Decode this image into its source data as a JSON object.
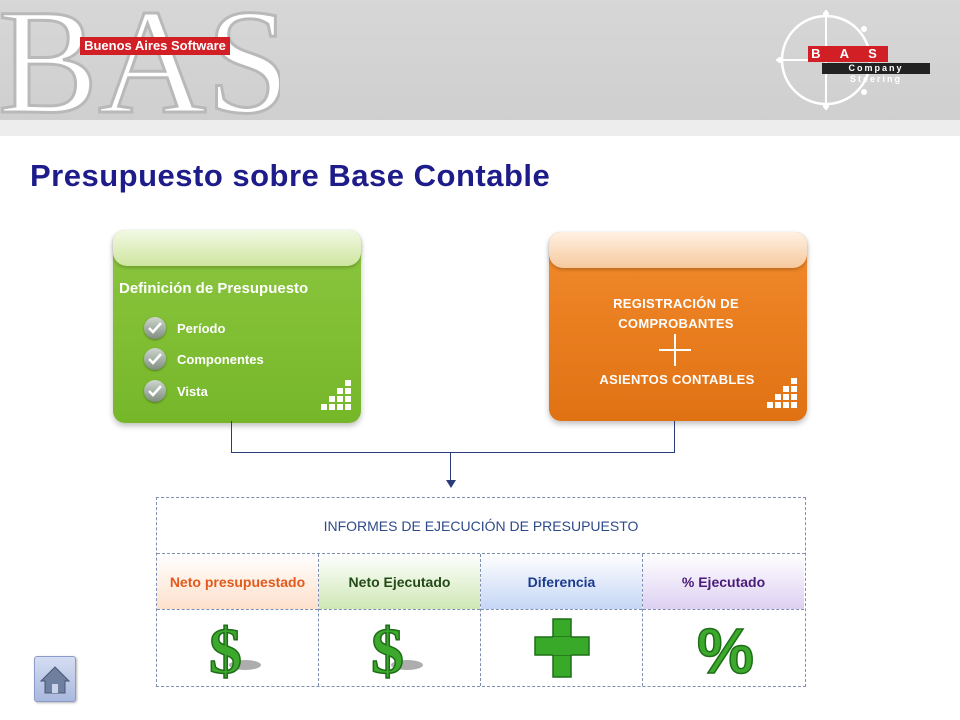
{
  "header": {
    "brand_badge": "Buenos Aires Software",
    "big_letters": "BAS",
    "logo_letters": "B A S",
    "logo_tagline": "Company Steering"
  },
  "page_title": "Presupuesto sobre Base Contable",
  "budget_card": {
    "title": "Definición de Presupuesto",
    "items": [
      "Período",
      "Componentes",
      "Vista"
    ],
    "color": "#7ab92d"
  },
  "records_card": {
    "line1": "REGISTRACIÓN DE COMPROBANTES",
    "plus": "+",
    "line2": "ASIENTOS CONTABLES",
    "color": "#e8791d"
  },
  "report": {
    "title": "INFORMES DE EJECUCIÓN DE PRESUPUESTO",
    "columns": [
      {
        "label": "Neto presupuestado",
        "color": "#e35a1b",
        "icon": "dollar-icon"
      },
      {
        "label": "Neto Ejecutado",
        "color": "#244a18",
        "icon": "dollar-icon"
      },
      {
        "label": "Diferencia",
        "color": "#1c3b8f",
        "icon": "plus-cross-icon"
      },
      {
        "label": "% Ejecutado",
        "color": "#4a1a7a",
        "icon": "percent-icon"
      }
    ]
  },
  "nav": {
    "home_icon": "home-icon"
  }
}
